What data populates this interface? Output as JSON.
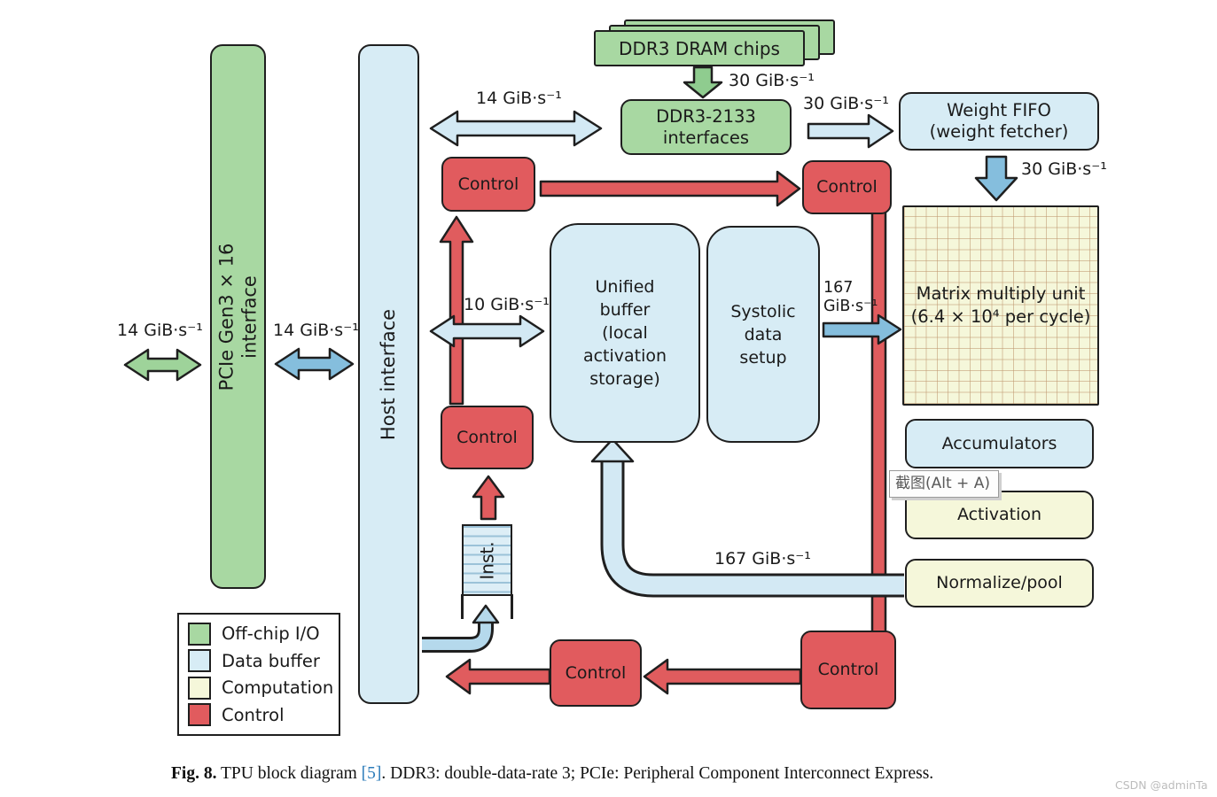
{
  "colors": {
    "off_chip_io": "#a8d8a2",
    "data_buffer": "#d7ecf5",
    "computation": "#f5f7da",
    "control": "#e15b5e",
    "arrow_light_blue": "#d3e9f4",
    "arrow_blue": "#85bedd",
    "arrow_green": "#8fcc8f",
    "arrow_red": "#e05c5e"
  },
  "blocks": {
    "pcie": {
      "line1": "PCIe Gen3 × 16",
      "line2": "interface"
    },
    "host": {
      "label": "Host interface"
    },
    "dram_chips": {
      "label": "DDR3 DRAM chips"
    },
    "ddr3_interfaces": {
      "line1": "DDR3-2133",
      "line2": "interfaces"
    },
    "weight_fifo": {
      "line1": "Weight FIFO",
      "line2": "(weight fetcher)"
    },
    "matrix_multiply_unit": {
      "line1": "Matrix multiply unit",
      "line2": "(6.4 × 10⁴ per cycle)"
    },
    "unified_buffer": {
      "line1": "Unified",
      "line2": "buffer",
      "line3": "(local",
      "line4": "activation",
      "line5": "storage)"
    },
    "systolic": {
      "line1": "Systolic",
      "line2": "data",
      "line3": "setup"
    },
    "accumulators": {
      "label": "Accumulators"
    },
    "activation": {
      "label": "Activation"
    },
    "normalize_pool": {
      "label": "Normalize/pool"
    },
    "instruction_queue": {
      "label": "Inst."
    },
    "control_label": "Control"
  },
  "bandwidths": {
    "pcie_external": "14 GiB·s⁻¹",
    "pcie_to_host": "14 GiB·s⁻¹",
    "host_to_ddr3": "14 GiB·s⁻¹",
    "dram_to_ddr3": "30 GiB·s⁻¹",
    "ddr3_to_fifo": "30 GiB·s⁻¹",
    "fifo_to_mmu": "30 GiB·s⁻¹",
    "host_to_buffer": "10 GiB·s⁻¹",
    "systolic_to_mmu_line1": "167",
    "systolic_to_mmu_line2": "GiB·s⁻¹",
    "normalize_to_buffer": "167 GiB·s⁻¹"
  },
  "legend": {
    "items": [
      {
        "label": "Off-chip I/O",
        "color": "#a8d8a2"
      },
      {
        "label": "Data buffer",
        "color": "#d7ecf5"
      },
      {
        "label": "Computation",
        "color": "#f5f7da"
      },
      {
        "label": "Control",
        "color": "#e15b5e"
      }
    ]
  },
  "tooltip": {
    "text": "截图(Alt + A)"
  },
  "caption": {
    "fig_label": "Fig. 8.",
    "text_before_ref": " TPU block diagram ",
    "ref": "[5]",
    "text_after_ref": ". DDR3: double-data-rate 3; PCIe: Peripheral Component Interconnect Express."
  },
  "watermark": "CSDN @adminTa"
}
